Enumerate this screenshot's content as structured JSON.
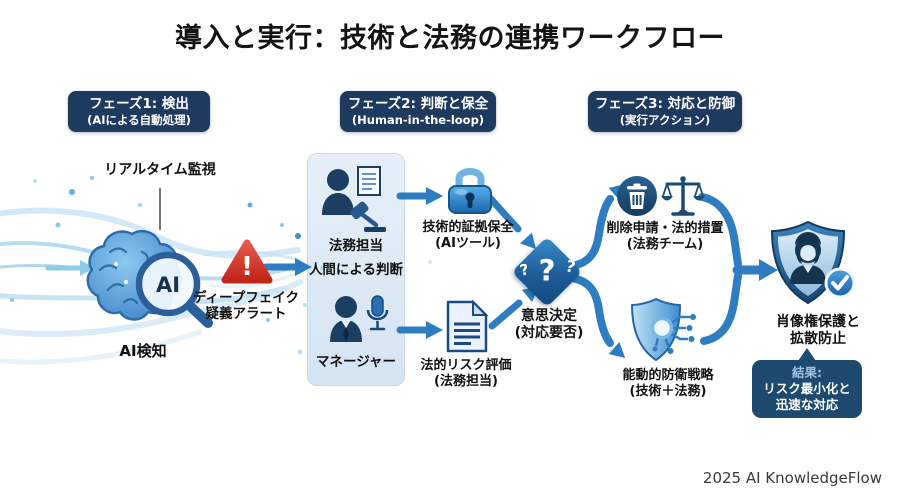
{
  "title": "導入と実行：技術と法務の連携ワークフロー",
  "phase1": {
    "line1": "フェーズ1: 検出",
    "line2": "(AIによる自動処理)"
  },
  "phase2": {
    "line1": "フェーズ2: 判断と保全",
    "line2": "(Human-in-the-loop)"
  },
  "phase3": {
    "line1": "フェーズ3: 対応と防御",
    "line2": "(実行アクション)"
  },
  "detection": {
    "monitoring": "リアルタイム監視",
    "ai_badge": "AI",
    "label": "AI検知",
    "alert_line1": "ディープフェイク",
    "alert_line2": "疑義アラート",
    "warning_mark": "!"
  },
  "judgment": {
    "legal": "法務担当",
    "human_judgment": "人間による判断",
    "manager": "マネージャー",
    "evidence_line1": "技術的証拠保全",
    "evidence_line2": "(AIツール)",
    "risk_line1": "法的リスク評価",
    "risk_line2": "(法務担当)"
  },
  "decision": {
    "q1": "?",
    "q2": "?",
    "q3": "?",
    "line1": "意思決定",
    "line2": "(対応要否)"
  },
  "actions": {
    "takedown_line1": "削除申請・法的措置",
    "takedown_line2": "(法務チーム)",
    "defense_line1": "能動的防衛戦略",
    "defense_line2": "(技術＋法務)"
  },
  "outcome": {
    "line1": "肖像権保護と",
    "line2": "拡散防止",
    "result_title": "結果:",
    "result_line1": "リスク最小化と",
    "result_line2": "迅速な対応"
  },
  "footer": "2025 AI KnowledgeFlow",
  "colors": {
    "badge_navy": "#1e3a5e",
    "panel_blue": "#dce8f4",
    "arrow_blue": "#2e7dc1",
    "alert_red": "#d9352a",
    "result_navy": "#1f4a70",
    "wave_light_blue": "#bfe0f3"
  }
}
